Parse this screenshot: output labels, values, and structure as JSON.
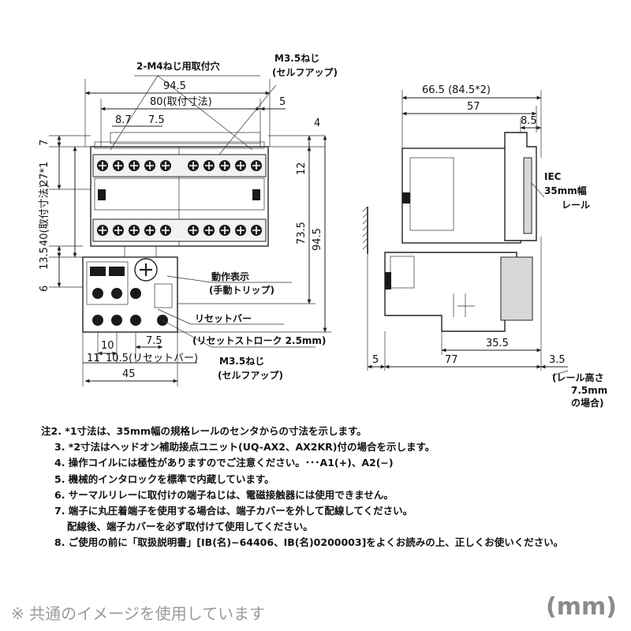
{
  "front_view": {
    "callout_mounting_holes": "2-M4ねじ用取付穴",
    "callout_screw_top_1": "M3.5ねじ",
    "callout_screw_top_2": "(セルフアップ)",
    "dim_width": "94.5",
    "dim_mount": "80(取付寸法)",
    "dim_5": "5",
    "dim_87": "8.7",
    "dim_75_top": "7.5",
    "dim_4": "4",
    "dim_7": "7",
    "dim_27": "27*1",
    "dim_40": "40(取付寸法)",
    "dim_135": "13.5",
    "dim_6": "6",
    "dim_12": "12",
    "dim_735": "73.5",
    "dim_945_v": "94.5",
    "callout_indicator_1": "動作表示",
    "callout_indicator_2": "(手動トリップ)",
    "callout_reset_1": "リセットバー",
    "callout_reset_2": "(リセットストローク 2.5mm)",
    "callout_screw_bot_1": "M3.5ねじ",
    "callout_screw_bot_2": "(セルフアップ)",
    "dim_10": "10",
    "dim_75_bot": "7.5",
    "dim_11": "11",
    "dim_105": "10.5(リセットバー)",
    "dim_45": "45"
  },
  "side_view": {
    "dim_665": "66.5 (84.5*2)",
    "dim_57": "57",
    "dim_85": "8.5",
    "rail_label_1": "IEC",
    "rail_label_2": "35mm幅",
    "rail_label_3": "レール",
    "dim_355": "35.5",
    "dim_5": "5",
    "dim_77": "77",
    "dim_35": "3.5",
    "rail_height_1": "(レール高さ",
    "rail_height_2": "7.5mm",
    "rail_height_3": "の場合)"
  },
  "notes": [
    "注2. *1寸法は、35mm幅の規格レールのセンタからの寸法を示します。",
    "3. *2寸法はヘッドオン補助接点ユニット(UQ-AX2、AX2KR)付の場合を示します。",
    "4. 操作コイルには極性がありますのでご注意ください。･･･A1(+)、A2(−)",
    "5. 機械的インタロックを標準で内蔵しています。",
    "6. サーマルリレーに取付けの端子ねじは、電磁接触器には使用できません。",
    "7. 端子に丸圧着端子を使用する場合は、端子カバーを外して配線してください。",
    "配線後、端子カバーを必ず取付けて使用してください。",
    "8. ご使用の前に「取扱説明書」[IB(名)−64406、IB(名)0200003]をよくお読みの上、正しくお使いください。"
  ],
  "footer_note": "※ 共通のイメージを使用しています",
  "unit_label": "(mm)"
}
